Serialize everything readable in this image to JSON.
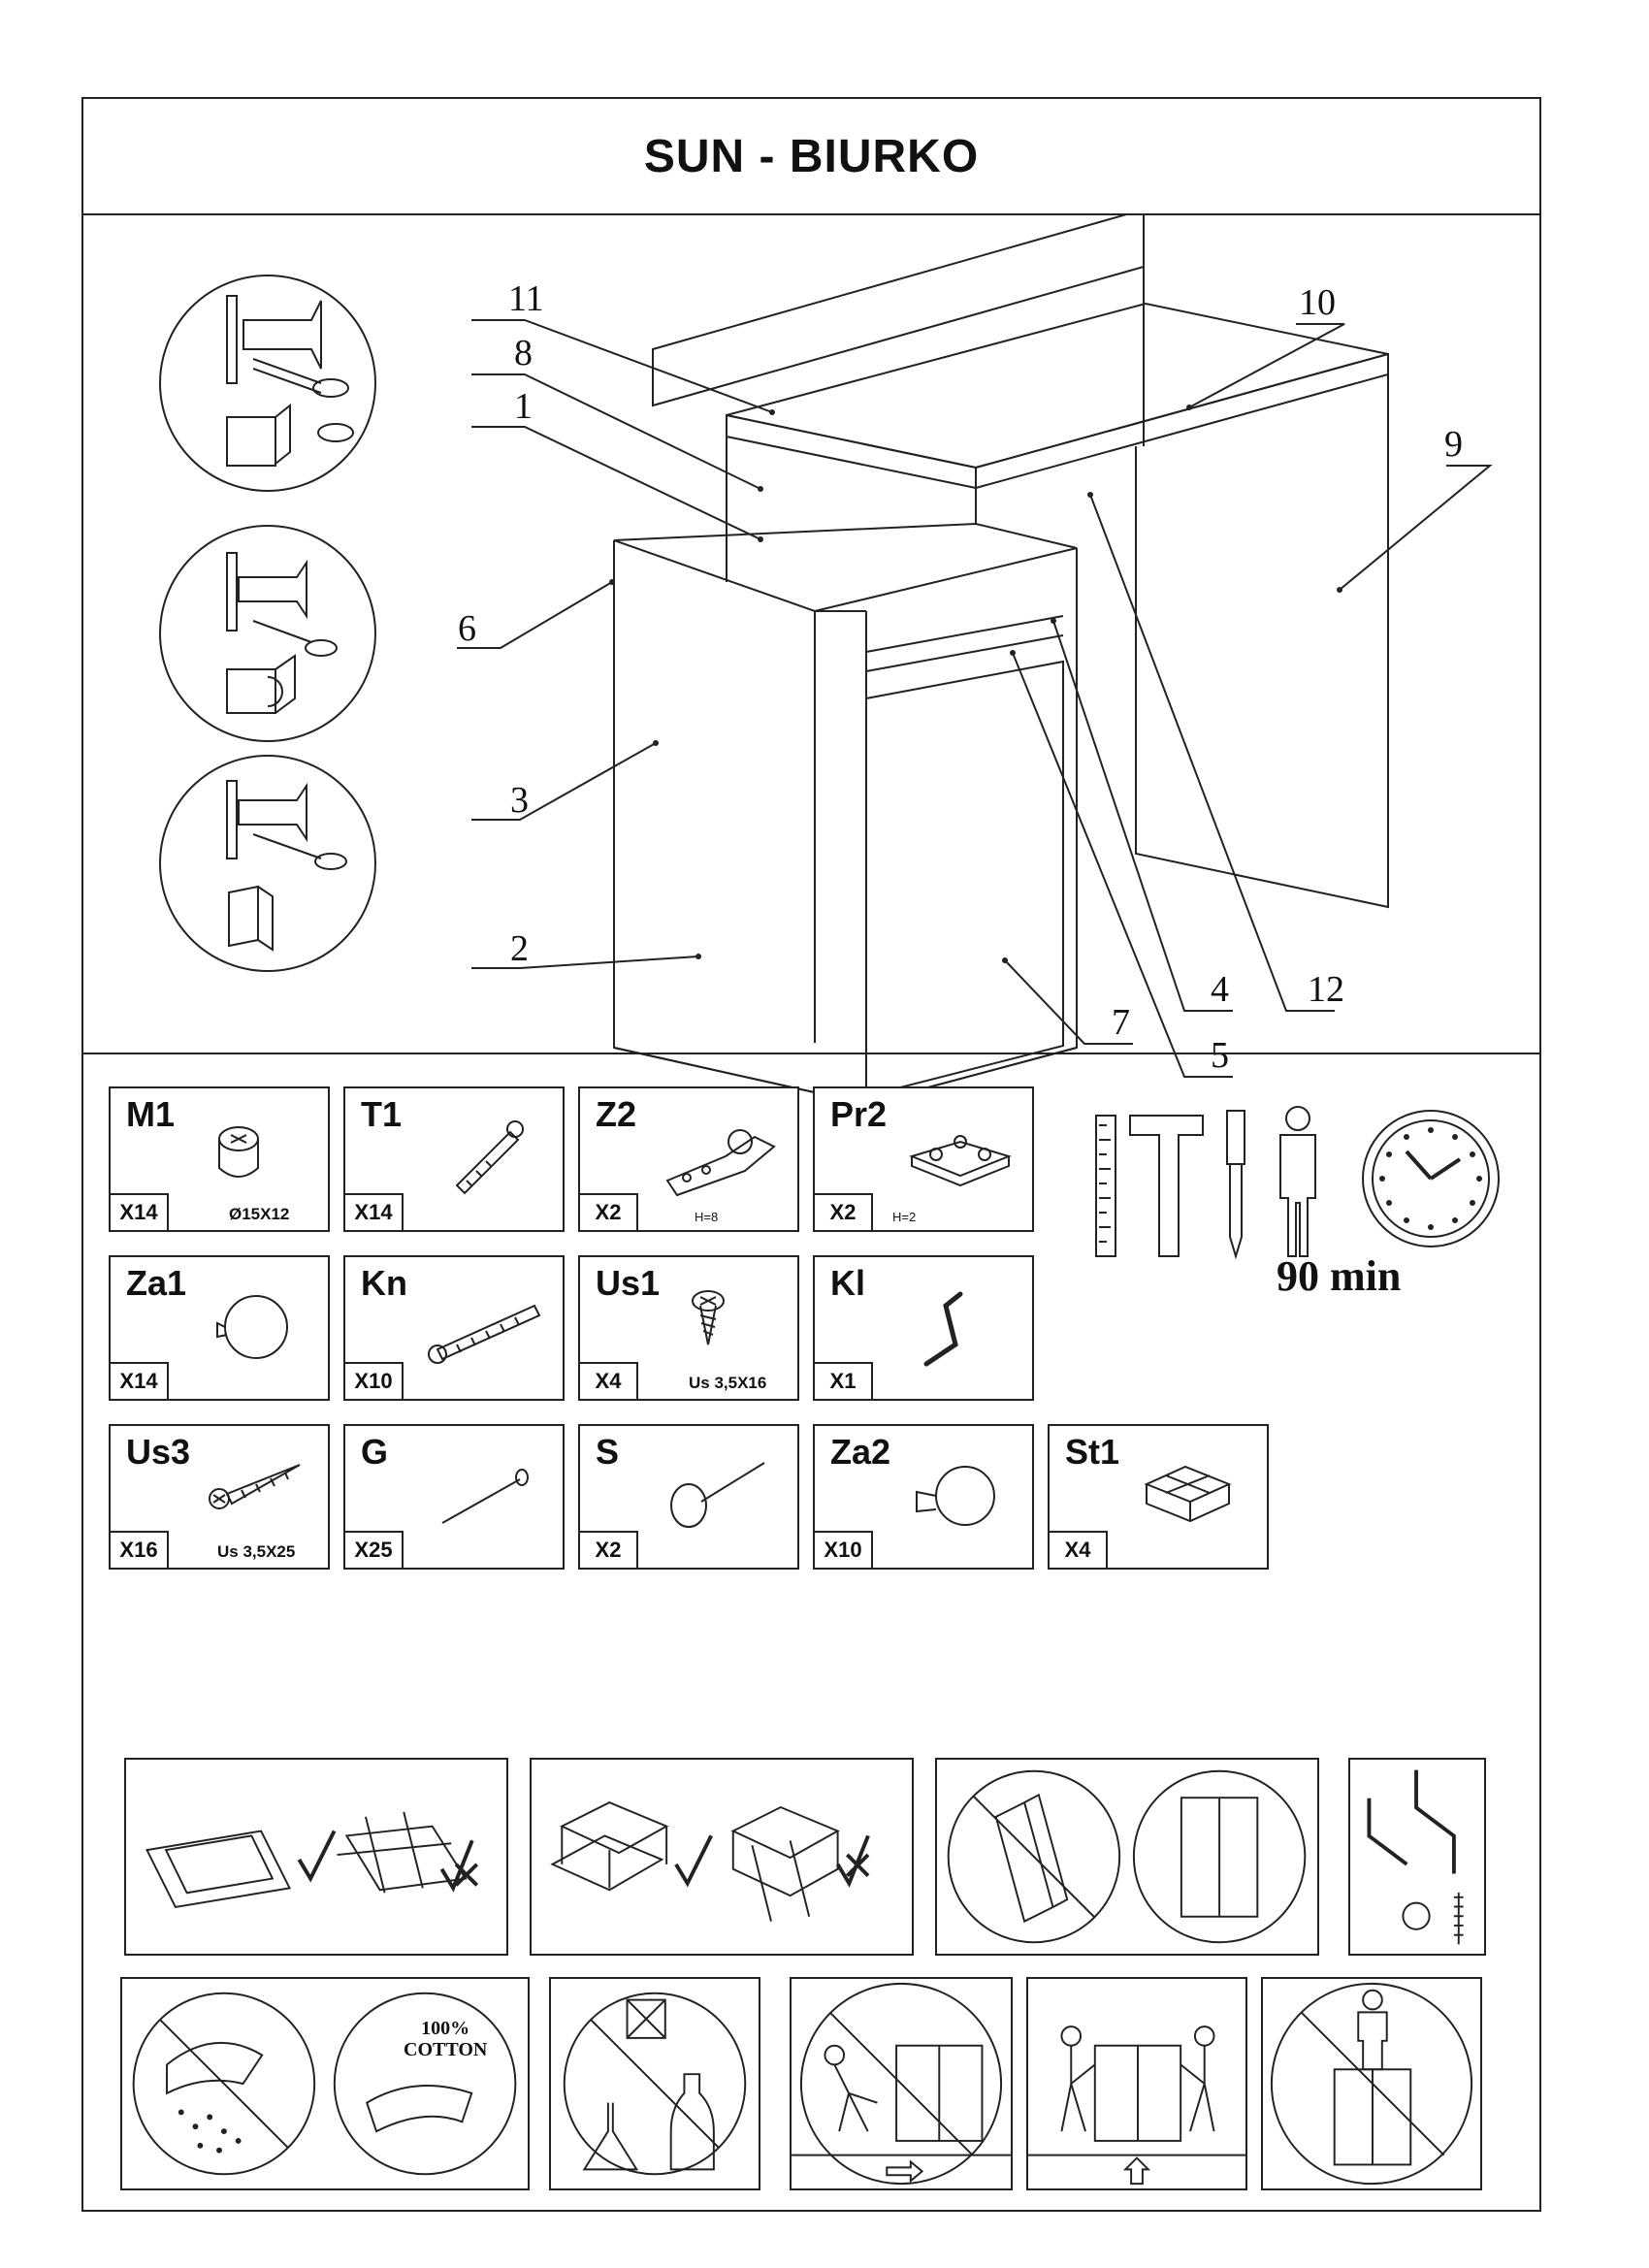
{
  "title": "SUN - BIURKO",
  "part_numbers": [
    "11",
    "8",
    "1",
    "6",
    "3",
    "2",
    "10",
    "9",
    "4",
    "12",
    "7",
    "5"
  ],
  "hardware": [
    {
      "code": "M1",
      "qty": "X14",
      "spec": "Ø15X12",
      "icon": "cam-lock-icon"
    },
    {
      "code": "T1",
      "qty": "X14",
      "spec": "",
      "icon": "cam-bolt-icon"
    },
    {
      "code": "Z2",
      "qty": "X2",
      "spec": "H=8",
      "icon": "hinge-icon"
    },
    {
      "code": "Pr2",
      "qty": "X2",
      "spec": "H=2",
      "icon": "hinge-plate-icon"
    },
    {
      "code": "Za1",
      "qty": "X14",
      "spec": "",
      "icon": "cap-icon"
    },
    {
      "code": "Kn",
      "qty": "X10",
      "spec": "",
      "icon": "dowel-icon"
    },
    {
      "code": "Us1",
      "qty": "X4",
      "spec": "Us 3,5X16",
      "icon": "screw-icon"
    },
    {
      "code": "Kl",
      "qty": "X1",
      "spec": "",
      "icon": "hex-key-icon"
    },
    {
      "code": "Us3",
      "qty": "X16",
      "spec": "Us 3,5X25",
      "icon": "long-screw-icon"
    },
    {
      "code": "G",
      "qty": "X25",
      "spec": "",
      "icon": "nail-icon"
    },
    {
      "code": "S",
      "qty": "X2",
      "spec": "",
      "icon": "glide-icon"
    },
    {
      "code": "Za2",
      "qty": "X10",
      "spec": "",
      "icon": "cap2-icon"
    },
    {
      "code": "St1",
      "qty": "X4",
      "spec": "",
      "icon": "corner-block-icon"
    }
  ],
  "assembly_time": "90 min",
  "cotton_label": "100%\nCOTTON"
}
